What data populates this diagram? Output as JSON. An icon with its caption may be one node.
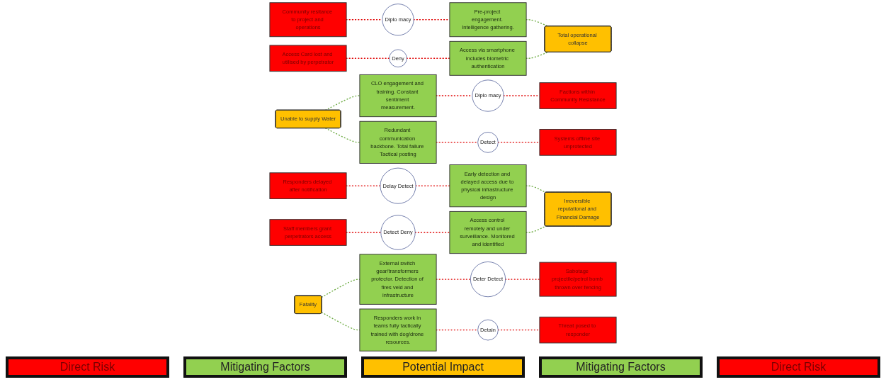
{
  "diagram": {
    "nodes": [
      {
        "text": [
          "Community resitance to project and operations"
        ]
      },
      {
        "text": [
          "Diplo macy"
        ]
      },
      {
        "text": [
          "Pre-project engagement. Intelligence gathering."
        ]
      },
      {
        "text": [
          "CLO engagement and training. Constant sentiment measurement."
        ]
      },
      {
        "text": [
          "Diplo macy"
        ]
      },
      {
        "text": [
          "Factions within Community Resistance"
        ]
      },
      {
        "text": [
          "Access Card lost and utilised by perpetrator"
        ]
      },
      {
        "text": [
          "Deny"
        ]
      },
      {
        "text": [
          "Access via smartphone includes biometric authentication"
        ]
      },
      {
        "text": [
          "Redundant communication backbone. Total failure Tactical posting"
        ]
      },
      {
        "text": [
          "Detect"
        ]
      },
      {
        "text": [
          "Systems offline site unprotected"
        ]
      },
      {
        "text": [
          "Total operational collapse"
        ]
      },
      {
        "text": [
          "Unable to supply Water"
        ]
      },
      {
        "text": [
          "Responders delayed after notification"
        ]
      },
      {
        "text": [
          "Delay Detect"
        ]
      },
      {
        "text": [
          "Early detection and delayed access due to physical infrastructure design"
        ]
      },
      {
        "text": [
          "External switch gear/transformers protector. Detection of fires veld and infrastructure"
        ]
      },
      {
        "text": [
          "Deter Detect"
        ]
      },
      {
        "text": [
          "Sabotage projectile/petrol bomb thrown over fencing"
        ]
      },
      {
        "text": [
          "Irreversible reputational and Financial Damage"
        ]
      },
      {
        "text": [
          "Fatality"
        ]
      },
      {
        "text": [
          "Staff members grant perpetrators access"
        ]
      },
      {
        "text": [
          "Detect Deny"
        ]
      },
      {
        "text": [
          "Access control remotely and under surveillance. Monitored and identified"
        ]
      },
      {
        "text": [
          "Responders work in teams fully tactically trained with dog/drone resources."
        ]
      },
      {
        "text": [
          "Detain"
        ]
      },
      {
        "text": [
          "Threat posed to responder"
        ]
      }
    ],
    "edges": [
      {
        "from": 0,
        "to": 1,
        "arrow": "none",
        "style": "dashed"
      },
      {
        "from": 1,
        "to": 2,
        "arrow": "none",
        "style": "dashed"
      },
      {
        "from": 2,
        "to": 12,
        "arrow": "none",
        "style": "dashed",
        "color": "#70ad47"
      },
      {
        "from": 13,
        "to": 3,
        "arrow": "none",
        "style": "dashed",
        "color": "#70ad47"
      },
      {
        "from": 3,
        "to": 4,
        "arrow": "none",
        "style": "dashed"
      },
      {
        "from": 4,
        "to": 5,
        "arrow": "none",
        "style": "dashed"
      },
      {
        "from": 6,
        "to": 7,
        "arrow": "none",
        "style": "dashed"
      },
      {
        "from": 7,
        "to": 8,
        "arrow": "none",
        "style": "dashed"
      },
      {
        "from": 8,
        "to": 12,
        "arrow": "none",
        "style": "dashed",
        "color": "#70ad47"
      },
      {
        "from": 13,
        "to": 9,
        "arrow": "none",
        "style": "dashed",
        "color": "#70ad47"
      },
      {
        "from": 9,
        "to": 10,
        "arrow": "none",
        "style": "dashed"
      },
      {
        "from": 10,
        "to": 11,
        "arrow": "none",
        "style": "dashed"
      },
      {
        "from": 14,
        "to": 15,
        "arrow": "none",
        "style": "dashed"
      },
      {
        "from": 15,
        "to": 16,
        "arrow": "none",
        "style": "dashed"
      },
      {
        "from": 16,
        "to": 20,
        "arrow": "none",
        "style": "dashed",
        "color": "#70ad47"
      },
      {
        "from": 21,
        "to": 17,
        "arrow": "none",
        "style": "dashed",
        "color": "#70ad47"
      },
      {
        "from": 17,
        "to": 18,
        "arrow": "none",
        "style": "dashed"
      },
      {
        "from": 18,
        "to": 19,
        "arrow": "none",
        "style": "dashed"
      },
      {
        "from": 22,
        "to": 23,
        "arrow": "none",
        "style": "dashed"
      },
      {
        "from": 23,
        "to": 24,
        "arrow": "none",
        "style": "dashed"
      },
      {
        "from": 24,
        "to": 20,
        "arrow": "none",
        "style": "dashed",
        "color": "#70ad47"
      },
      {
        "from": 21,
        "to": 25,
        "arrow": "none",
        "style": "dashed",
        "color": "#70ad47"
      },
      {
        "from": 25,
        "to": 26,
        "arrow": "none",
        "style": "dashed"
      },
      {
        "from": 26,
        "to": 27,
        "arrow": "none",
        "style": "dashed"
      }
    ],
    "legend": [
      {
        "text": "Direct Risk",
        "color": "#ff0000"
      },
      {
        "text": "Mitigating Factors",
        "color": "#92d050"
      },
      {
        "text": "Potential Impact",
        "color": "#ffc000"
      },
      {
        "text": "Mitigating Factors",
        "color": "#92d050"
      },
      {
        "text": "Direct Risk",
        "color": "#ff0000"
      }
    ]
  }
}
